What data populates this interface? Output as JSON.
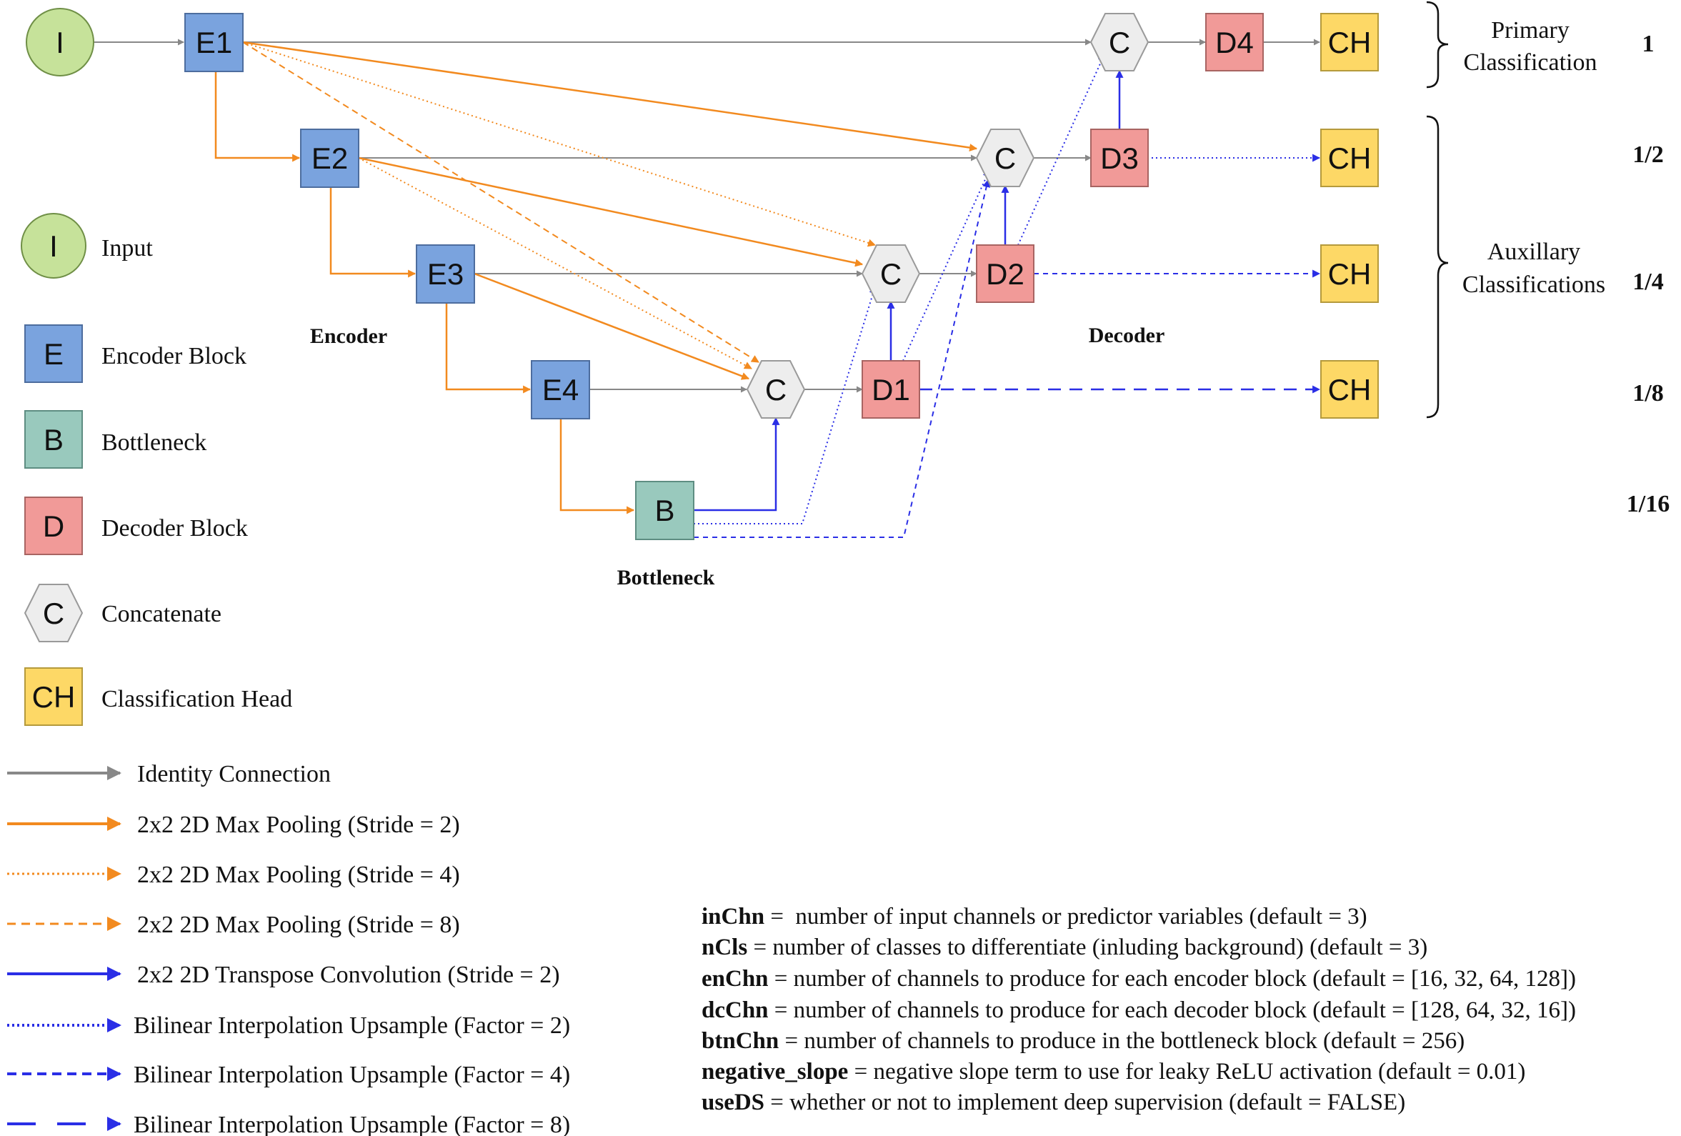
{
  "nodes": {
    "input": "I",
    "e1": "E1",
    "e2": "E2",
    "e3": "E3",
    "e4": "E4",
    "bottleneck": "B",
    "d1": "D1",
    "d2": "D2",
    "d3": "D3",
    "d4": "D4",
    "concat": "C",
    "head": "CH"
  },
  "section_labels": {
    "encoder": "Encoder",
    "decoder": "Decoder",
    "bottleneck": "Bottleneck"
  },
  "classification": {
    "primary_line1": "Primary",
    "primary_line2": "Classification",
    "aux_line1": "Auxillary",
    "aux_line2": "Classifications"
  },
  "scales": [
    "1",
    "1/2",
    "1/4",
    "1/8",
    "1/16"
  ],
  "legend_nodes": [
    {
      "glyph": "I",
      "label": "Input"
    },
    {
      "glyph": "E",
      "label": "Encoder Block"
    },
    {
      "glyph": "B",
      "label": "Bottleneck"
    },
    {
      "glyph": "D",
      "label": "Decoder Block"
    },
    {
      "glyph": "C",
      "label": "Concatenate"
    },
    {
      "glyph": "CH",
      "label": "Classification Head"
    }
  ],
  "legend_lines": [
    "Identity Connection",
    "2x2 2D Max Pooling (Stride = 2)",
    "2x2 2D Max Pooling (Stride = 4)",
    "2x2 2D Max Pooling (Stride = 8)",
    "2x2 2D Transpose Convolution (Stride = 2)",
    "Bilinear Interpolation Upsample (Factor = 2)",
    "Bilinear Interpolation Upsample (Factor = 4)",
    "Bilinear Interpolation Upsample (Factor = 8)"
  ],
  "parameters": [
    {
      "key": "inChn",
      "desc": " =  number of input channels or predictor variables (default = 3)"
    },
    {
      "key": "nCls",
      "desc": " = number of classes to differentiate (inluding background) (default = 3)"
    },
    {
      "key": "enChn",
      "desc": " = number of channels to produce for each encoder block (default = [16, 32, 64, 128])"
    },
    {
      "key": "dcChn",
      "desc": " = number of channels to produce for each decoder block (default = [128, 64, 32, 16])"
    },
    {
      "key": "btnChn",
      "desc": " = number of channels to produce in the bottleneck block (default = 256)"
    },
    {
      "key": "negative_slope",
      "desc": " = negative slope term to use for leaky ReLU activation (default = 0.01)"
    },
    {
      "key": "useDS",
      "desc": " = whether or not to implement deep supervision (default = FALSE)"
    }
  ],
  "colors": {
    "input": "#c6e29a",
    "encoder": "#7aa3de",
    "bottleneck": "#99c9bd",
    "decoder": "#f19a98",
    "concat": "#ededed",
    "head": "#fdd866",
    "identity": "#888888",
    "pool": "#f28a1f",
    "up": "#2a2ee6"
  }
}
